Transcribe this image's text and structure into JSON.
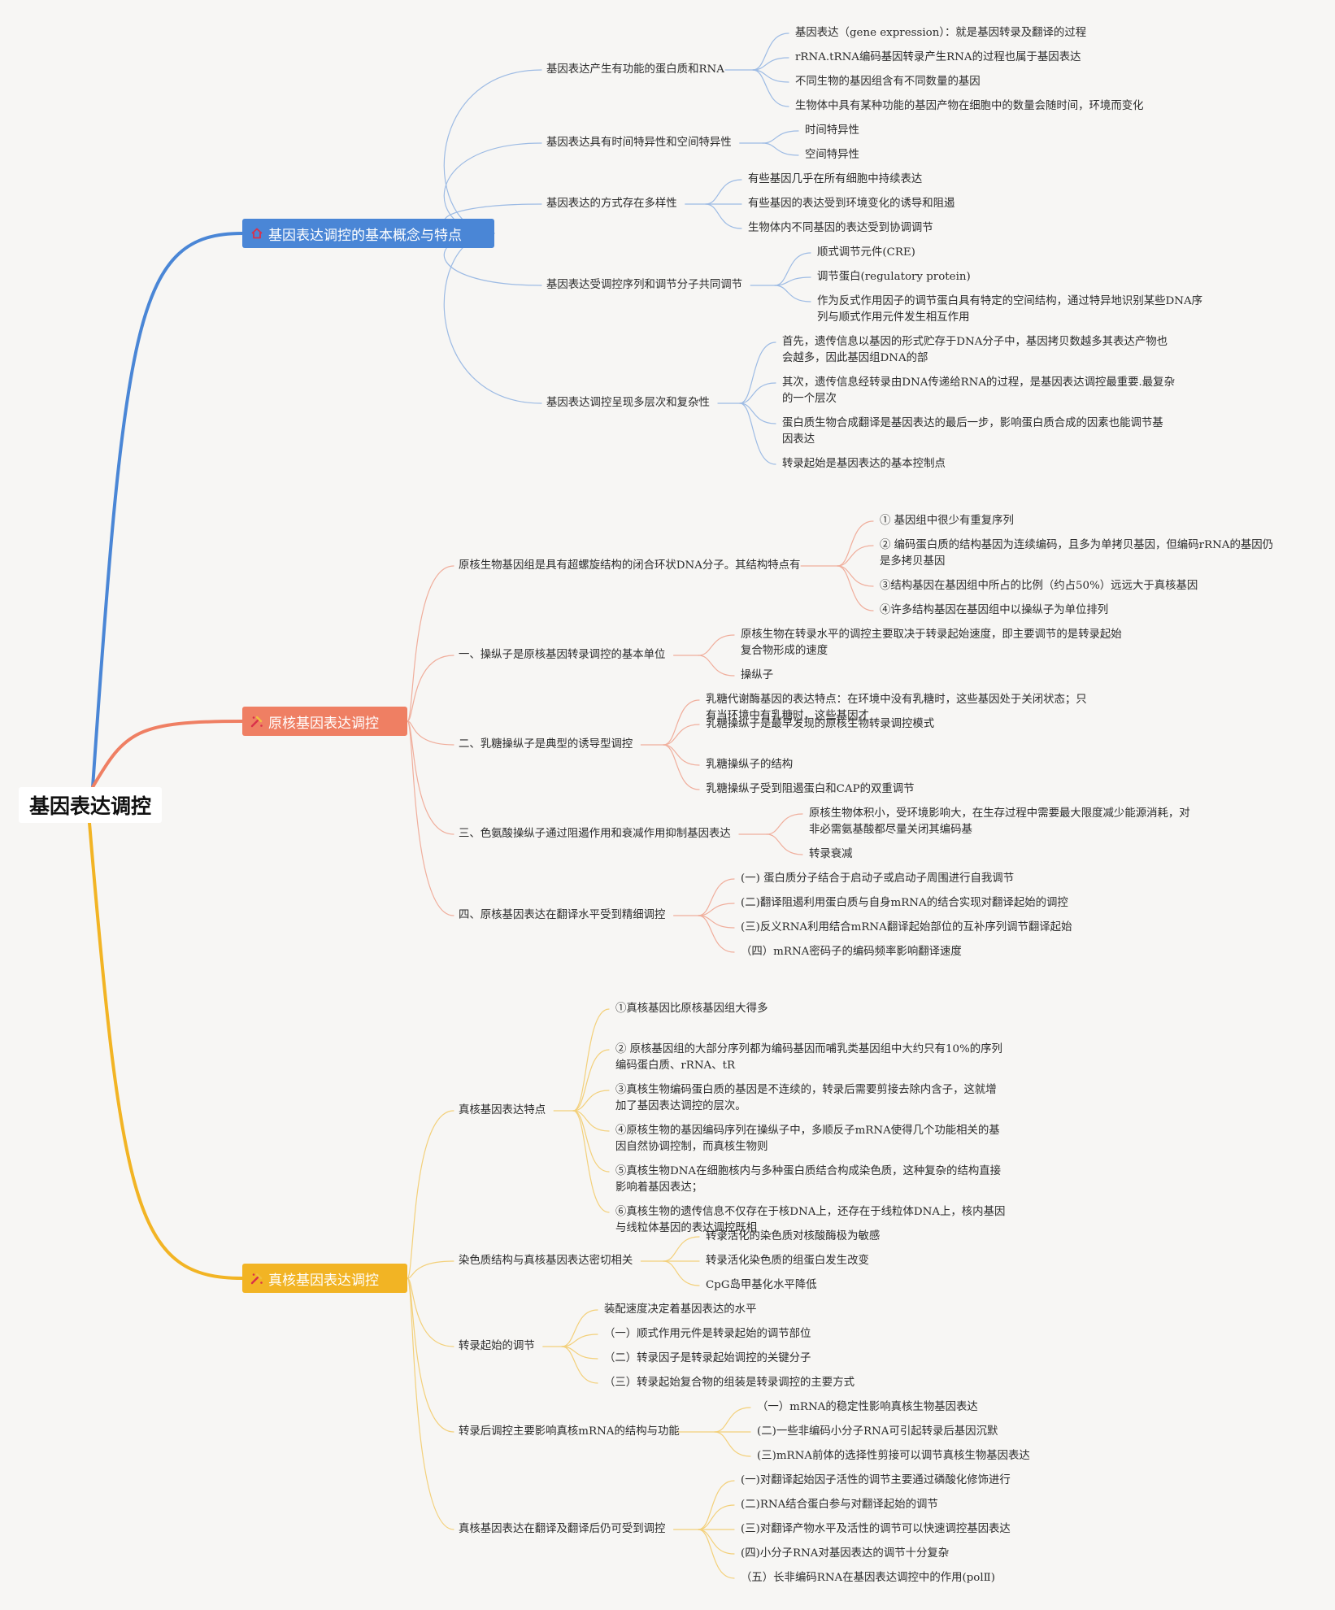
{
  "colors": {
    "blue": "#4a86d6",
    "orange": "#ef7f63",
    "yellow": "#f2b424",
    "blueLine": "#9dbbe4",
    "orangeLine": "#f0ae9c",
    "yellowLine": "#f3d07a"
  },
  "root": {
    "label": "基因表达调控"
  },
  "branches": [
    {
      "label": "基因表达调控的基本概念与特点",
      "icon": "home-icon",
      "children": [
        {
          "label": "基因表达产生有功能的蛋白质和RNA",
          "items": [
            "基因表达（gene expression）：就是基因转录及翻译的过程",
            "rRNA.tRNA编码基因转录产生RNA的过程也属于基因表达",
            "不同生物的基因组含有不同数量的基因",
            "生物体中具有某种功能的基因产物在细胞中的数量会随时间，环境而变化"
          ]
        },
        {
          "label": "基因表达具有时间特异性和空间特异性",
          "items": [
            "时间特异性",
            "空间特异性"
          ]
        },
        {
          "label": "基因表达的方式存在多样性",
          "items": [
            "有些基因几乎在所有细胞中持续表达",
            "有些基因的表达受到环境变化的诱导和阻遏",
            "生物体内不同基因的表达受到协调调节"
          ]
        },
        {
          "label": "基因表达受调控序列和调节分子共同调节",
          "items": [
            "顺式调节元件(CRE)",
            "调节蛋白(regulatory protein)",
            "作为反式作用因子的调节蛋白具有特定的空间结构，通过特异地识别某些DNA序\n列与顺式作用元件发生相互作用"
          ]
        },
        {
          "label": "基因表达调控呈现多层次和复杂性",
          "items": [
            "首先，遗传信息以基因的形式贮存于DNA分子中，基因拷贝数越多其表达产物也\n会越多，因此基因组DNA的部",
            "其次，遗传信息经转录由DNA传递给RNA的过程，是基因表达调控最重要.最复杂\n的一个层次",
            "蛋白质生物合成翻译是基因表达的最后一步，影响蛋白质合成的因素也能调节基\n因表达",
            "转录起始是基因表达的基本控制点"
          ]
        }
      ]
    },
    {
      "label": "原核基因表达调控",
      "icon": "tools-icon",
      "children": [
        {
          "label": "原核生物基因组是具有超螺旋结构的闭合环状DNA分子。其结构特点有",
          "items": [
            "① 基因组中很少有重复序列",
            "② 编码蛋白质的结构基因为连续编码，且多为单拷贝基因，但编码rRNA的基因仍\n是多拷贝基因",
            "③结构基因在基因组中所占的比例（约占50%）远远大于真核基因",
            "④许多结构基因在基因组中以操纵子为单位排列"
          ]
        },
        {
          "label": "一、操纵子是原核基因转录调控的基本单位",
          "items": [
            "原核生物在转录水平的调控主要取决于转录起始速度，即主要调节的是转录起始\n复合物形成的速度",
            "操纵子"
          ]
        },
        {
          "label": "二、乳糖操纵子是典型的诱导型调控",
          "items": [
            "乳糖代谢酶基因的表达特点：在环境中没有乳糖时，这些基因处于关闭状态；只\n有当环境中有乳糖时，这些基因才",
            "乳糖操纵子是最早发现的原核生物转录调控模式",
            "乳糖操纵子的结构",
            "乳糖操纵子受到阻遏蛋白和CAP的双重调节"
          ]
        },
        {
          "label": "三、色氨酸操纵子通过阻遏作用和衰减作用抑制基因表达",
          "items": [
            "原核生物体积小，受环境影响大，在生存过程中需要最大限度减少能源消耗，对\n非必需氨基酸都尽量关闭其编码基",
            "转录衰减"
          ]
        },
        {
          "label": "四、原核基因表达在翻译水平受到精细调控",
          "items": [
            "(一) 蛋白质分子结合于启动子或启动子周围进行自我调节",
            "(二)翻译阻遏利用蛋白质与自身mRNA的结合实现对翻译起始的调控",
            "(三)反义RNA利用结合mRNA翻译起始部位的互补序列调节翻译起始",
            "（四）mRNA密码子的编码频率影响翻译速度"
          ]
        }
      ]
    },
    {
      "label": "真核基因表达调控",
      "icon": "tools-icon",
      "children": [
        {
          "label": "真核基因表达特点",
          "items": [
            "①真核基因比原核基因组大得多",
            "② 原核基因组的大部分序列都为编码基因而哺乳类基因组中大约只有10%的序列\n编码蛋白质、rRNA、tR",
            "③真核生物编码蛋白质的基因是不连续的，转录后需要剪接去除内含子，这就增\n加了基因表达调控的层次。",
            "④原核生物的基因编码序列在操纵子中，多顺反子mRNA使得几个功能相关的基\n因自然协调控制，而真核生物则",
            "⑤真核生物DNA在细胞核内与多种蛋白质结合构成染色质，这种复杂的结构直接\n影响着基因表达；",
            "⑥真核生物的遗传信息不仅存在于核DNA上，还存在于线粒体DNA上，核内基因\n与线粒体基因的表达调控既相"
          ]
        },
        {
          "label": "染色质结构与真核基因表达密切相关",
          "items": [
            "转录活化的染色质对核酸酶极为敏感",
            "转录活化染色质的组蛋白发生改变",
            "CpG岛甲基化水平降低"
          ]
        },
        {
          "label": "转录起始的调节",
          "items": [
            "装配速度决定着基因表达的水平",
            "（一）顺式作用元件是转录起始的调节部位",
            "（二）转录因子是转录起始调控的关键分子",
            "（三）转录起始复合物的组装是转录调控的主要方式"
          ]
        },
        {
          "label": "转录后调控主要影响真核mRNA的结构与功能",
          "items": [
            "（一）mRNA的稳定性影响真核生物基因表达",
            "(二)一些非编码小分子RNA可引起转录后基因沉默",
            "(三)mRNA前体的选择性剪接可以调节真核生物基因表达"
          ]
        },
        {
          "label": "真核基因表达在翻译及翻译后仍可受到调控",
          "items": [
            "(一)对翻译起始因子活性的调节主要通过磷酸化修饰进行",
            "(二)RNA结合蛋白参与对翻译起始的调节",
            "(三)对翻译产物水平及活性的调节可以快速调控基因表达",
            "(四)小分子RNA对基因表达的调节十分复杂",
            "（五）长非编码RNA在基因表达调控中的作用(polⅡ)"
          ]
        }
      ]
    }
  ]
}
